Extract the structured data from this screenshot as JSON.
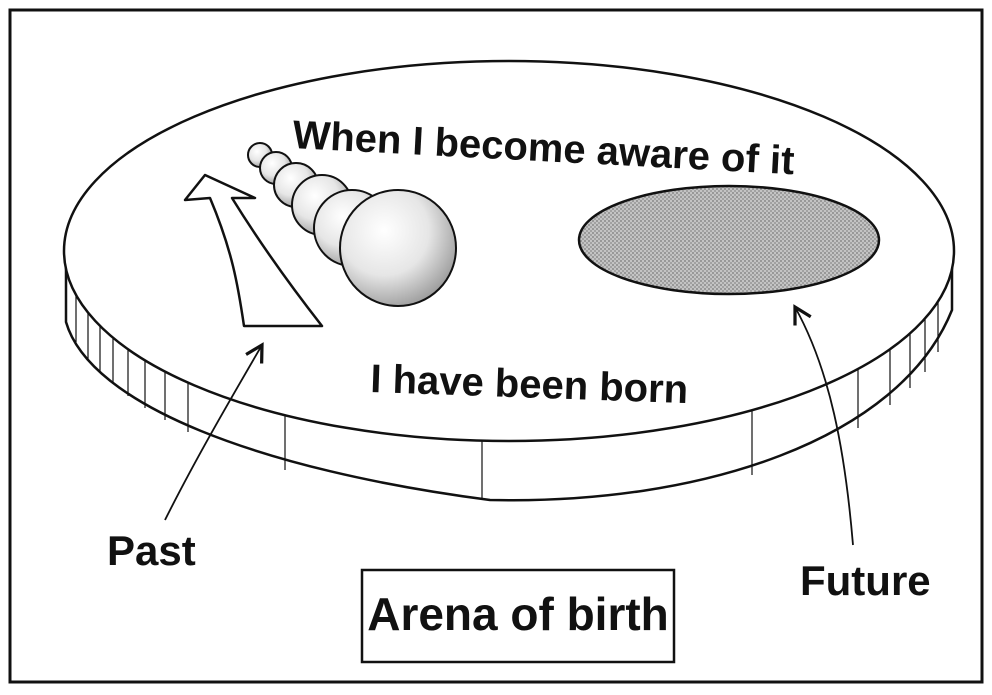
{
  "diagram": {
    "disc_top_text": "When I become aware of it",
    "disc_bottom_text": "I have been born",
    "label_past": "Past",
    "label_future": "Future",
    "caption": "Arena of birth"
  },
  "colors": {
    "ink": "#111111",
    "background": "#ffffff",
    "future_fill": "#b5b5b5"
  }
}
